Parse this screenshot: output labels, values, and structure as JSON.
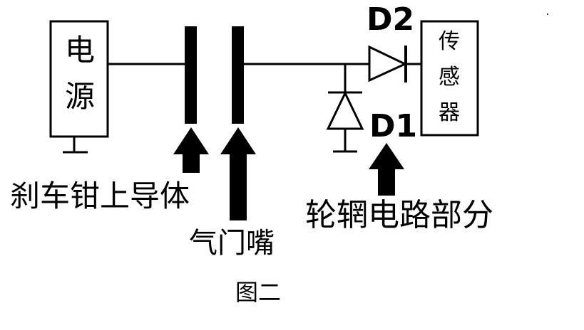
{
  "colors": {
    "stroke": "#000000",
    "background": "#ffffff"
  },
  "power_source": {
    "line1": "电",
    "line2": "源"
  },
  "sensor": {
    "line1": "传",
    "line2": "感",
    "line3": "器"
  },
  "diodes": {
    "d1": "D1",
    "d2": "D2"
  },
  "labels": {
    "caliper_conductor": "刹车钳上导体",
    "valve_stem": "气门嘴",
    "rim_circuit": "轮辋电路部分",
    "caption": "图二"
  }
}
